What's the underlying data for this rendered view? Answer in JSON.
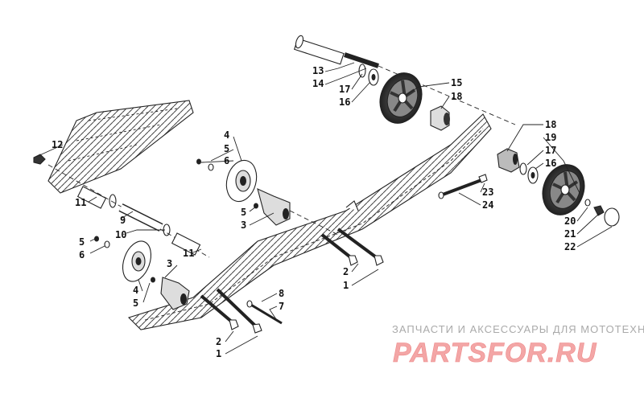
{
  "callouts": {
    "c12": "12",
    "c11a": "11",
    "c9": "9",
    "c10": "10",
    "c5a": "5",
    "c6a": "6",
    "c11b": "11",
    "c3a": "3",
    "c4a": "4",
    "c5b": "5",
    "c4b": "4",
    "c5c": "5",
    "c6b": "6",
    "c5d": "5",
    "c3b": "3",
    "c13": "13",
    "c14": "14",
    "c17a": "17",
    "c16a": "16",
    "c15": "15",
    "c18a": "18",
    "c18b": "18",
    "c19": "19",
    "c17b": "17",
    "c16b": "16",
    "c23": "23",
    "c24": "24",
    "c20": "20",
    "c21": "21",
    "c22": "22",
    "c2a": "2",
    "c1a": "1",
    "c8": "8",
    "c7": "7",
    "c2b": "2",
    "c1b": "1"
  },
  "watermark": {
    "tagline": "ЗАПЧАСТИ И АКСЕССУАРЫ ДЛЯ МОТОТЕХНИКИ",
    "logo": "PARTSFOR.RU"
  }
}
